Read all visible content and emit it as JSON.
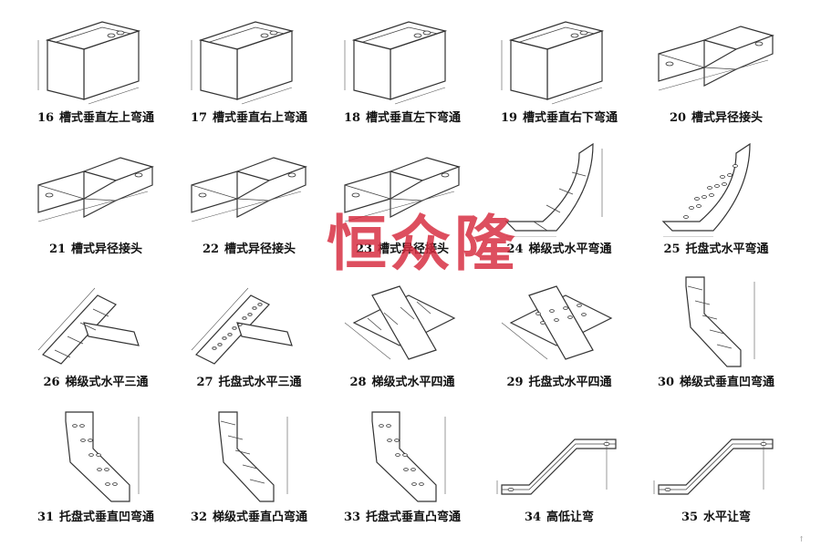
{
  "items": [
    {
      "num": "16",
      "label": "槽式垂直左上弯通",
      "kind": "trough-vertical"
    },
    {
      "num": "17",
      "label": "槽式垂直右上弯通",
      "kind": "trough-vertical"
    },
    {
      "num": "18",
      "label": "槽式垂直左下弯通",
      "kind": "trough-vertical"
    },
    {
      "num": "19",
      "label": "槽式垂直右下弯通",
      "kind": "trough-vertical"
    },
    {
      "num": "20",
      "label": "槽式异径接头",
      "kind": "reducer"
    },
    {
      "num": "21",
      "label": "槽式异径接头",
      "kind": "reducer"
    },
    {
      "num": "22",
      "label": "槽式异径接头",
      "kind": "reducer"
    },
    {
      "num": "23",
      "label": "槽式异径接头",
      "kind": "reducer"
    },
    {
      "num": "24",
      "label": "梯级式水平弯通",
      "kind": "ladder-bend"
    },
    {
      "num": "25",
      "label": "托盘式水平弯通",
      "kind": "tray-bend"
    },
    {
      "num": "26",
      "label": "梯级式水平三通",
      "kind": "ladder-tee"
    },
    {
      "num": "27",
      "label": "托盘式水平三通",
      "kind": "tray-tee"
    },
    {
      "num": "28",
      "label": "梯级式水平四通",
      "kind": "ladder-cross"
    },
    {
      "num": "29",
      "label": "托盘式水平四通",
      "kind": "tray-cross"
    },
    {
      "num": "30",
      "label": "梯级式垂直凹弯通",
      "kind": "ladder-vertical"
    },
    {
      "num": "31",
      "label": "托盘式垂直凹弯通",
      "kind": "tray-vertical"
    },
    {
      "num": "32",
      "label": "梯级式垂直凸弯通",
      "kind": "ladder-vertical"
    },
    {
      "num": "33",
      "label": "托盘式垂直凸弯通",
      "kind": "tray-vertical"
    },
    {
      "num": "34",
      "label": "高低让弯",
      "kind": "offset"
    },
    {
      "num": "35",
      "label": "水平让弯",
      "kind": "offset"
    }
  ],
  "watermark": "恒众隆",
  "corner_mark": "↑"
}
